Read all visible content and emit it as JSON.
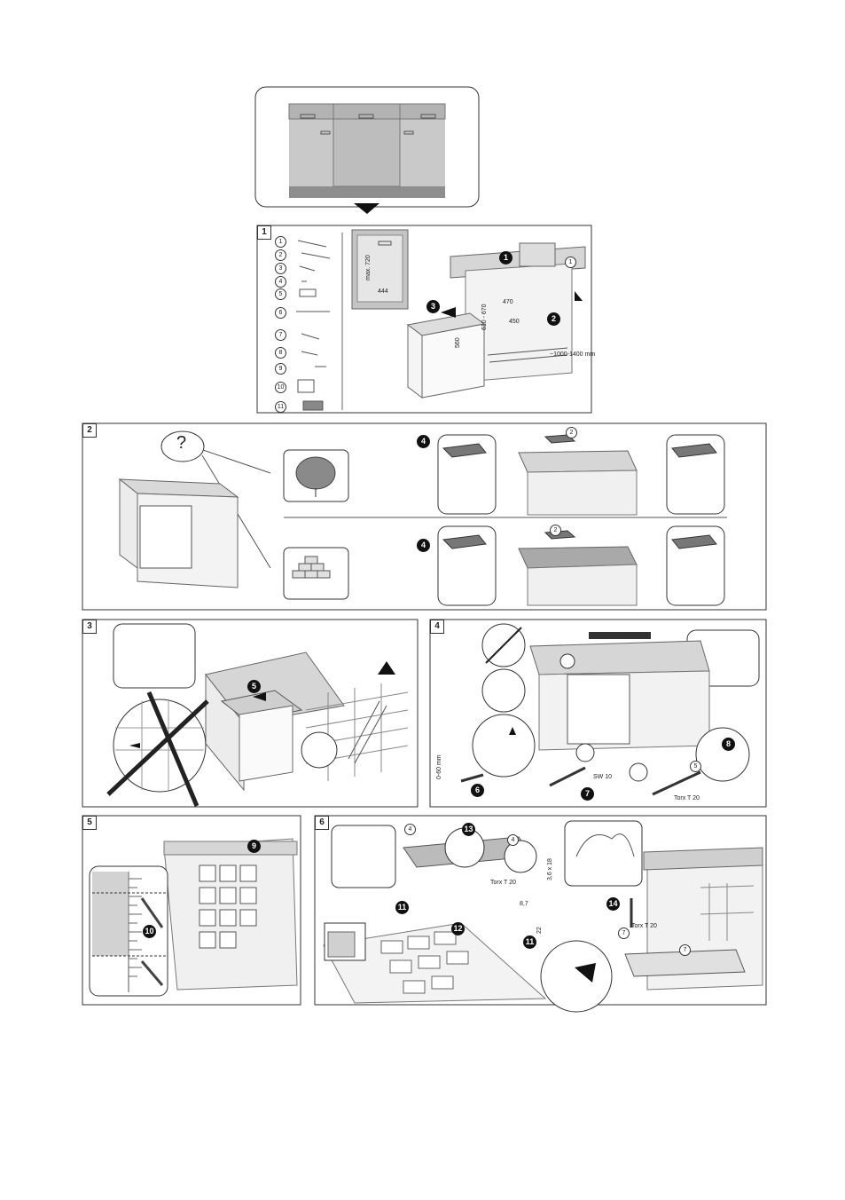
{
  "panels": {
    "p1": "1",
    "p2": "2",
    "p3": "3",
    "p4": "4",
    "p5": "5",
    "p6": "6"
  },
  "parts": [
    "1",
    "2",
    "3",
    "4",
    "5",
    "6",
    "7",
    "8",
    "9",
    "10",
    "11"
  ],
  "panel1": {
    "max720": "max. 720",
    "w444": "444",
    "d560": "560",
    "h610": "610 - 670",
    "d470": "470",
    "w450": "450",
    "len": "~1000-1400 mm",
    "steps": [
      "1",
      "2",
      "3"
    ],
    "part_ref": "1"
  },
  "panel2": {
    "question": "?",
    "step": "4",
    "part_ref": "2"
  },
  "panel3": {
    "step": "5"
  },
  "panel4": {
    "range": "0-60 mm",
    "sw": "SW 10",
    "torx": "Torx T 20",
    "steps": [
      "6",
      "7",
      "8"
    ],
    "part_ref": "5"
  },
  "panel5": {
    "steps": [
      "9",
      "10"
    ]
  },
  "panel6": {
    "torx1": "Torx T 20",
    "torx2": "Torx T 20",
    "dim1": "3,6 x 18",
    "dim2": "8,7",
    "dim3": "22",
    "steps": [
      "11",
      "12",
      "13",
      "14",
      "11"
    ],
    "part_refs": [
      "4",
      "4",
      "7",
      "7"
    ]
  },
  "colors": {
    "cabinet": "#c9c9c9",
    "plinth": "#8e8e8e",
    "line": "#333333"
  }
}
